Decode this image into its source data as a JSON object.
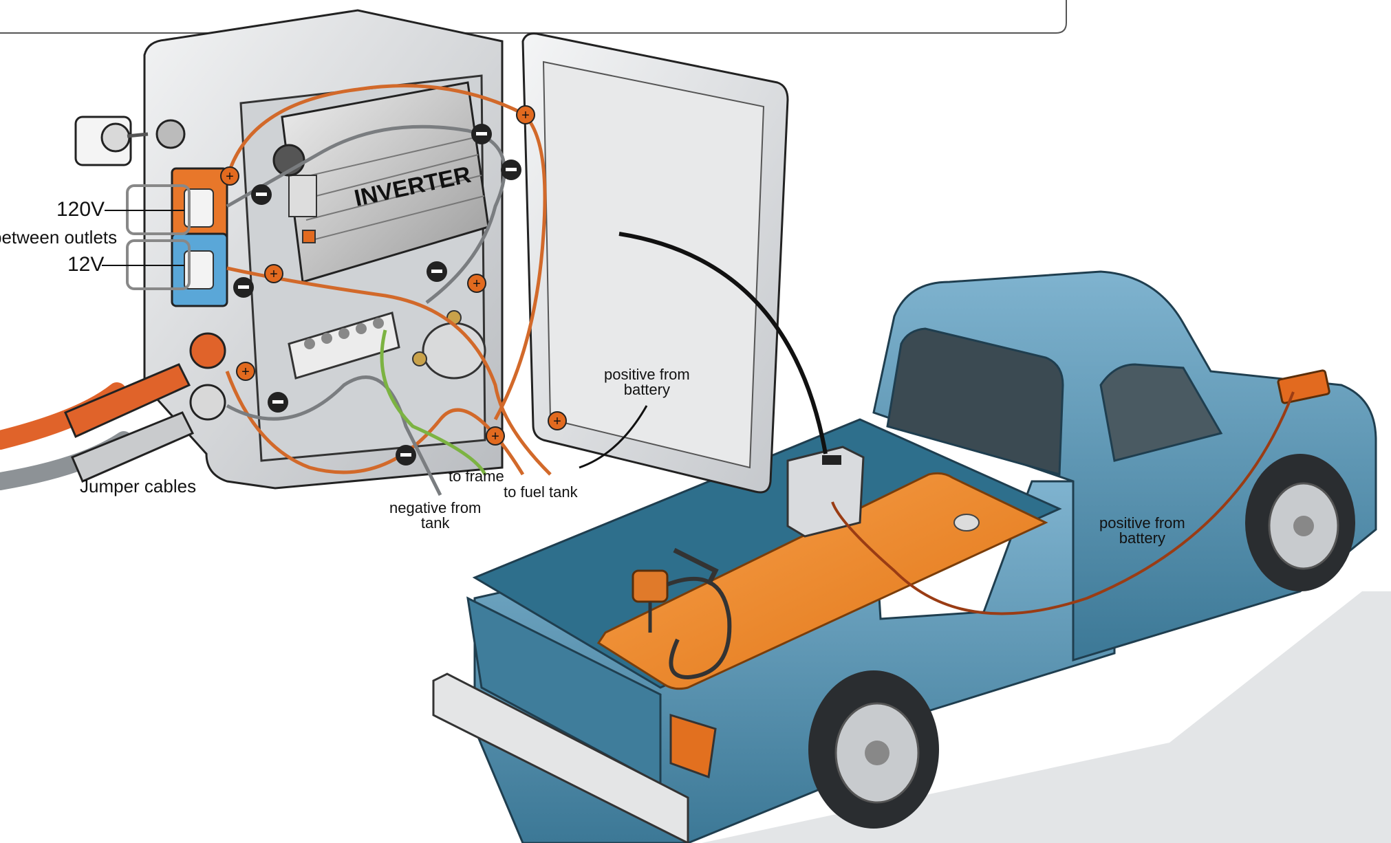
{
  "labels": {
    "inverter": "INVERTER",
    "v120": "120V",
    "between_outlets": "between outlets",
    "v12": "12V",
    "jumper_cables": "Jumper cables",
    "to_frame": "to frame",
    "to_fuel_tank": "to fuel tank",
    "negative_from_tank": [
      "negative from",
      "tank"
    ],
    "positive_from_battery_box": [
      "positive from",
      "battery"
    ],
    "positive_from_battery_truck": [
      "positive from",
      "battery"
    ]
  },
  "colors": {
    "box": "#d4d6d9",
    "box_dark": "#a9adb2",
    "wire_positive": "#d2692a",
    "wire_negative": "#7a7d80",
    "wire_ground": "#7cb342",
    "outlet_120v": "#e8772a",
    "outlet_12v": "#5aa7d8",
    "truck_body": "#4e8fb0",
    "truck_dark": "#2f6580",
    "tank": "#f08a1e",
    "jumper_red": "#e0632a",
    "jumper_gray": "#8d9296"
  },
  "icons": {
    "plus": "plus-terminal-icon",
    "minus": "minus-terminal-icon",
    "key": "key-switch-icon"
  }
}
